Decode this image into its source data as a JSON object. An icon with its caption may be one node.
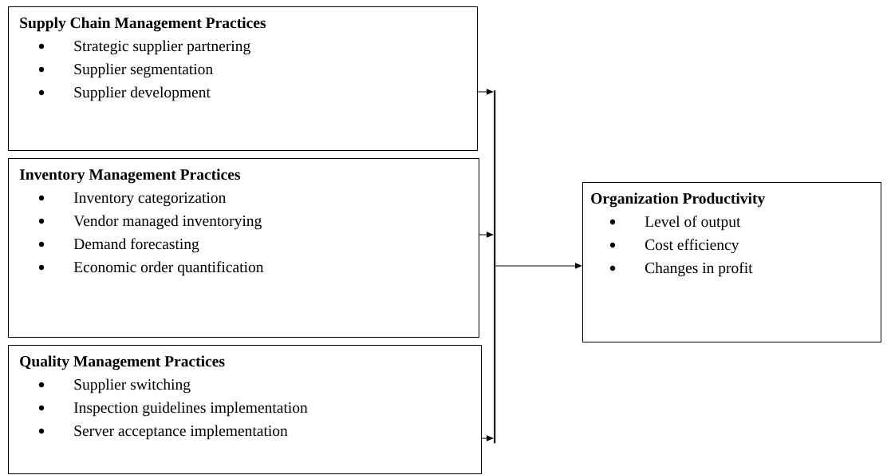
{
  "diagram": {
    "nodes": [
      {
        "text": [
          "Supply Chain Management Practices",
          "Strategic supplier partnering",
          "Supplier segmentation",
          "Supplier development"
        ]
      },
      {
        "text": [
          "Inventory Management Practices",
          "Inventory categorization",
          "Vendor managed inventorying",
          "Demand forecasting",
          "Economic order quantification"
        ]
      },
      {
        "text": [
          "Quality Management Practices",
          "Supplier switching",
          "Inspection guidelines implementation",
          "Server acceptance implementation"
        ]
      },
      {
        "text": [],
        "shape": "bar"
      },
      {
        "text": [
          "Organization Productivity",
          "Level of output",
          "Cost efficiency",
          "Changes in profit"
        ]
      }
    ],
    "edges": [
      {
        "from": 0,
        "to": 3,
        "arrow": "to"
      },
      {
        "from": 1,
        "to": 3,
        "arrow": "to"
      },
      {
        "from": 2,
        "to": 3,
        "arrow": "to"
      },
      {
        "from": 3,
        "to": 4,
        "arrow": "to"
      }
    ]
  }
}
